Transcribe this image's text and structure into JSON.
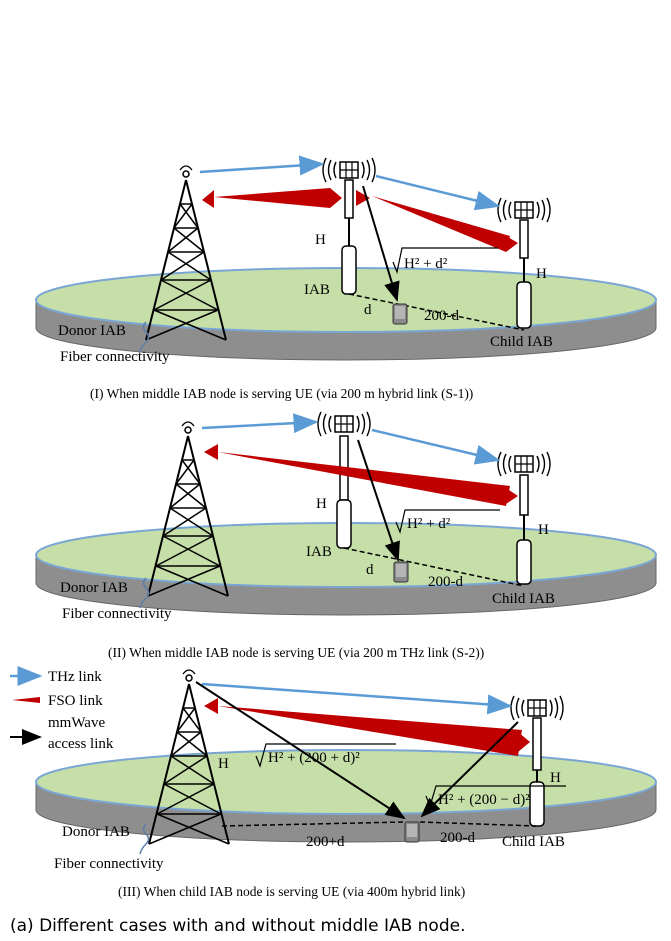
{
  "colors": {
    "thz": "#5b9bd5",
    "fso": "#c00000",
    "mmwave": "#000000",
    "ground_top": "#c6dfa8",
    "ground_side": "#8e8e8e"
  },
  "icons": {
    "tower": "lattice-tower-icon",
    "antenna": "antenna-array-icon",
    "ue": "ue-device-icon",
    "fso": "fso-beam-icon"
  },
  "scenarios": [
    {
      "caption": "(I) When middle IAB node is serving UE (via 200 m hybrid link (S-1))",
      "labels": {
        "donor": "Donor IAB",
        "fiber": "Fiber connectivity",
        "middle": "IAB",
        "child": "Child IAB",
        "h_left": "H",
        "h_right": "H",
        "d": "d",
        "rest": "200-d",
        "formula": "H² + d²"
      }
    },
    {
      "caption": "(II) When middle IAB node is serving UE (via 200 m THz link (S-2))",
      "labels": {
        "donor": "Donor IAB",
        "fiber": "Fiber connectivity",
        "middle": "IAB",
        "child": "Child IAB",
        "h_left": "H",
        "h_right": "H",
        "d": "d",
        "rest": "200-d",
        "formula": "H² + d²"
      }
    },
    {
      "caption": "(III) When child IAB node is serving UE (via 400m hybrid link)",
      "labels": {
        "donor": "Donor IAB",
        "fiber": "Fiber connectivity",
        "child": "Child IAB",
        "h_left": "H",
        "h_right": "H",
        "near": "200+d",
        "far": "200-d",
        "formula_left": "H² + (200 + d)²",
        "formula_right": "H² + (200 − d)²"
      }
    }
  ],
  "legend": {
    "thz": "THz link",
    "fso": "FSO link",
    "mmwave_line1": "mmWave",
    "mmwave_line2": "access link"
  },
  "figure_caption": "(a) Different cases with and without middle IAB node."
}
